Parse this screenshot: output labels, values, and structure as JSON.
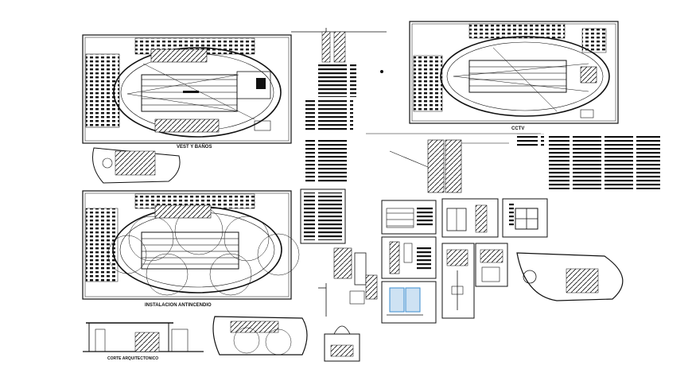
{
  "drawing": {
    "labels": {
      "plan_top_left": "VEST Y BAÑOS",
      "plan_top_right": "CCTV",
      "plan_bottom_left": "INSTALACION ANTINCENDIO",
      "section_bottom": "CORTE ARQUITECTONICO"
    },
    "colors": {
      "line": "#111111",
      "background": "#ffffff",
      "accent_blue": "#3b8ccf"
    }
  }
}
